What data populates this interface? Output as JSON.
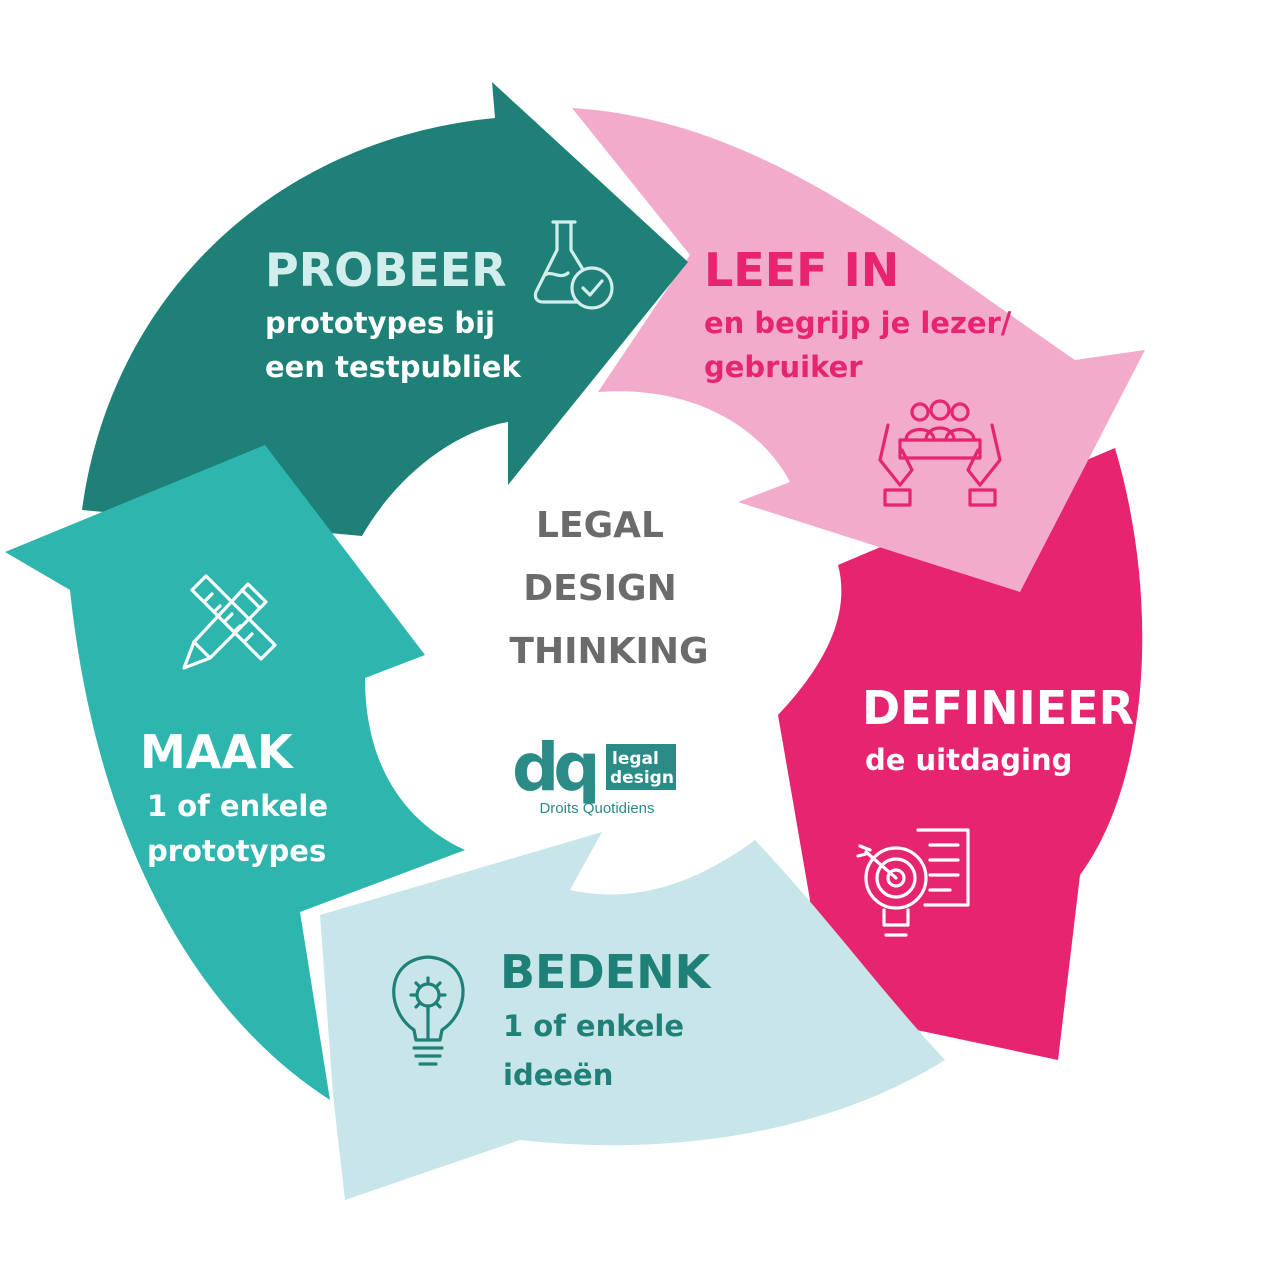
{
  "colors": {
    "probeer": "#1f8078",
    "leefin": "#f2abcb",
    "definieer": "#e6246f",
    "bedenk": "#c8e6ea",
    "maak": "#2db5ae",
    "center_text": "#6b6b6b",
    "leefin_text": "#e6246f",
    "bedenk_text": "#1f8078",
    "probeer_title": "#d2eeec"
  },
  "center": {
    "line1": "LEGAL",
    "line2": "DESIGN",
    "line3": "THINKING"
  },
  "logo": {
    "mark": "dq",
    "line1": "legal",
    "line2": "design",
    "tagline": "Droits Quotidiens"
  },
  "stages": {
    "probeer": {
      "title": "PROBEER",
      "line1": "prototypes bij",
      "line2": "een testpubliek",
      "icon": "flask-check-icon"
    },
    "leefin": {
      "title": "LEEF IN",
      "line1": "en begrijp je lezer/",
      "line2": "gebruiker",
      "icon": "hands-people-icon"
    },
    "definieer": {
      "title": "DEFINIEER",
      "line1": "de uitdaging",
      "icon": "target-bulb-document-icon"
    },
    "bedenk": {
      "title": "BEDENK",
      "line1": "1 of enkele",
      "line2": "ideeën",
      "icon": "lightbulb-icon"
    },
    "maak": {
      "title": "MAAK",
      "line1": "1 of enkele",
      "line2": "prototypes",
      "icon": "pencil-ruler-icon"
    }
  }
}
